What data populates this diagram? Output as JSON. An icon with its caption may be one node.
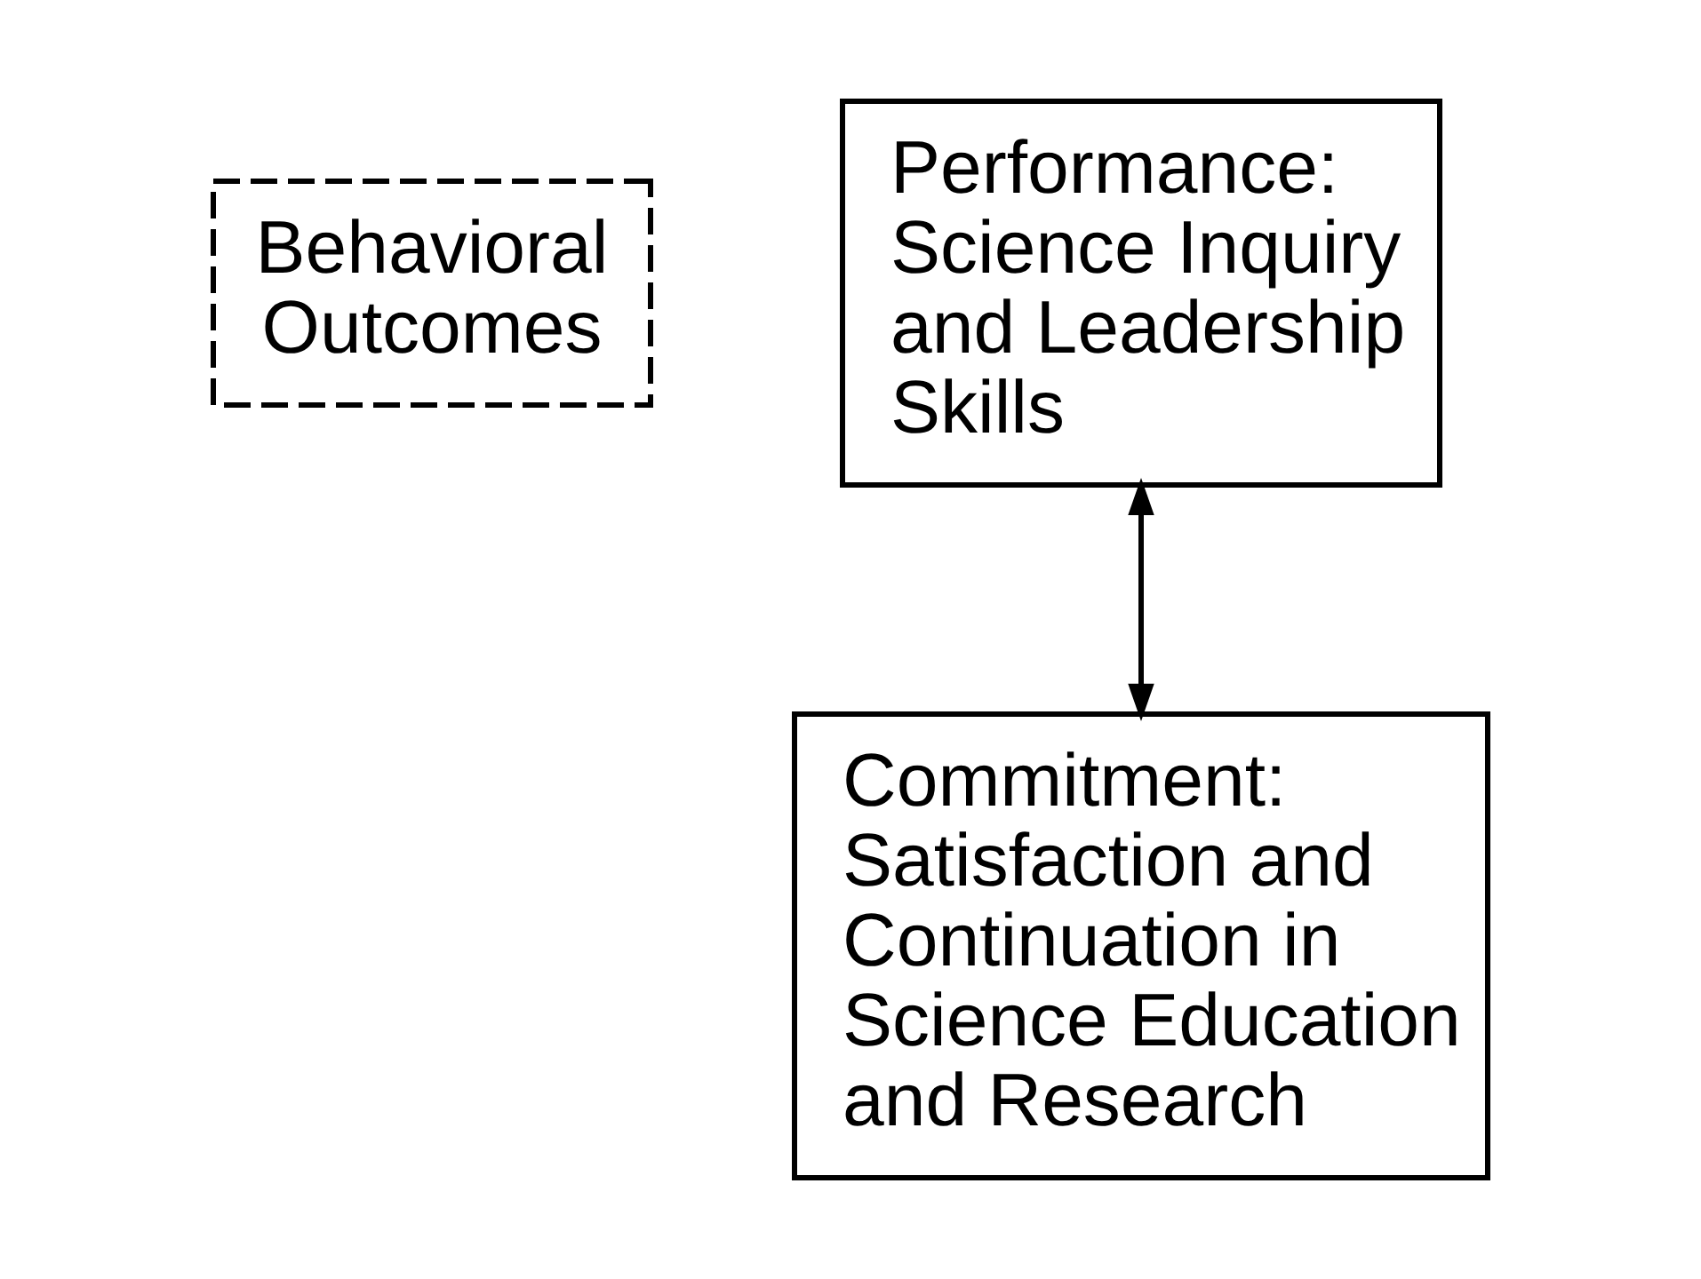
{
  "diagram": {
    "nodes": [
      {
        "text": [
          "Behavioral Outcomes"
        ]
      },
      {
        "text": [
          "Performance: Science Inquiry and Leadership Skills"
        ]
      },
      {
        "text": [
          "Commitment: Satisfaction and Continuation in Science Education and Research"
        ]
      }
    ],
    "edges": [
      {
        "from": 1,
        "to": 2,
        "arrow": "both"
      }
    ]
  }
}
